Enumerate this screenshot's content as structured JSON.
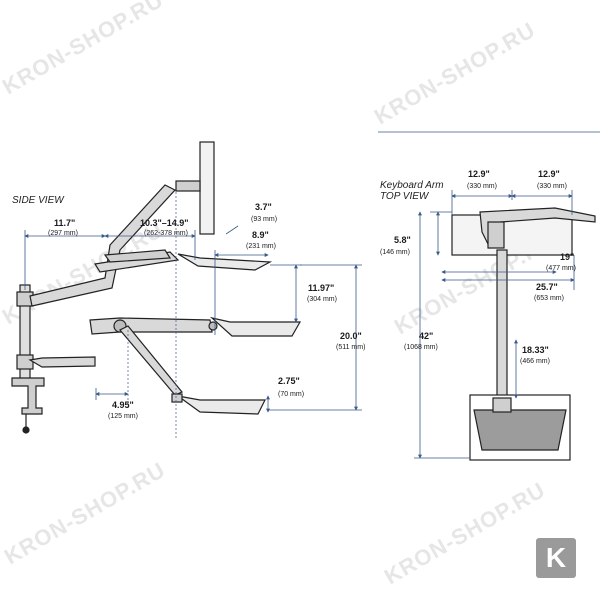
{
  "watermark": "KRON-SHOP.RU",
  "logo_letter": "K",
  "side_view": {
    "title": "SIDE VIEW",
    "dims": {
      "reach": {
        "value": "11.7\"",
        "mm": "(297 mm)"
      },
      "monitor": {
        "value": "10.3\"–14.9\"",
        "mm": "(262-378 mm)"
      },
      "tilt": {
        "value": "3.7\"",
        "mm": "(93 mm)"
      },
      "tray_depth": {
        "value": "8.9\"",
        "mm": "(231 mm)"
      },
      "tray_height": {
        "value": "11.97\"",
        "mm": "(304 mm)"
      },
      "total_height": {
        "value": "20.0\"",
        "mm": "(511 mm)"
      },
      "lower_drop": {
        "value": "2.75\"",
        "mm": "(70 mm)"
      },
      "base_offset": {
        "value": "4.95\"",
        "mm": "(125 mm)"
      }
    }
  },
  "top_view": {
    "title": "Keyboard Arm\nTOP VIEW",
    "dims": {
      "left_width": {
        "value": "12.9\"",
        "mm": "(330 mm)"
      },
      "right_width": {
        "value": "12.9\"",
        "mm": "(330 mm)"
      },
      "depth": {
        "value": "5.8\"",
        "mm": "(146 mm)"
      },
      "arm_19": {
        "value": "19\"",
        "mm": "(477 mm)"
      },
      "arm_257": {
        "value": "25.7\"",
        "mm": "(653 mm)"
      },
      "total_reach": {
        "value": "42\"",
        "mm": "(1068 mm)"
      },
      "tray_reach": {
        "value": "18.33\"",
        "mm": "(466 mm)"
      }
    }
  },
  "colors": {
    "dimension_line": "#3a5a8a",
    "arm_fill": "#d9d9d9",
    "outline": "#222222",
    "watermark": "#e6e6e6",
    "logo": "#9a9a9a"
  }
}
